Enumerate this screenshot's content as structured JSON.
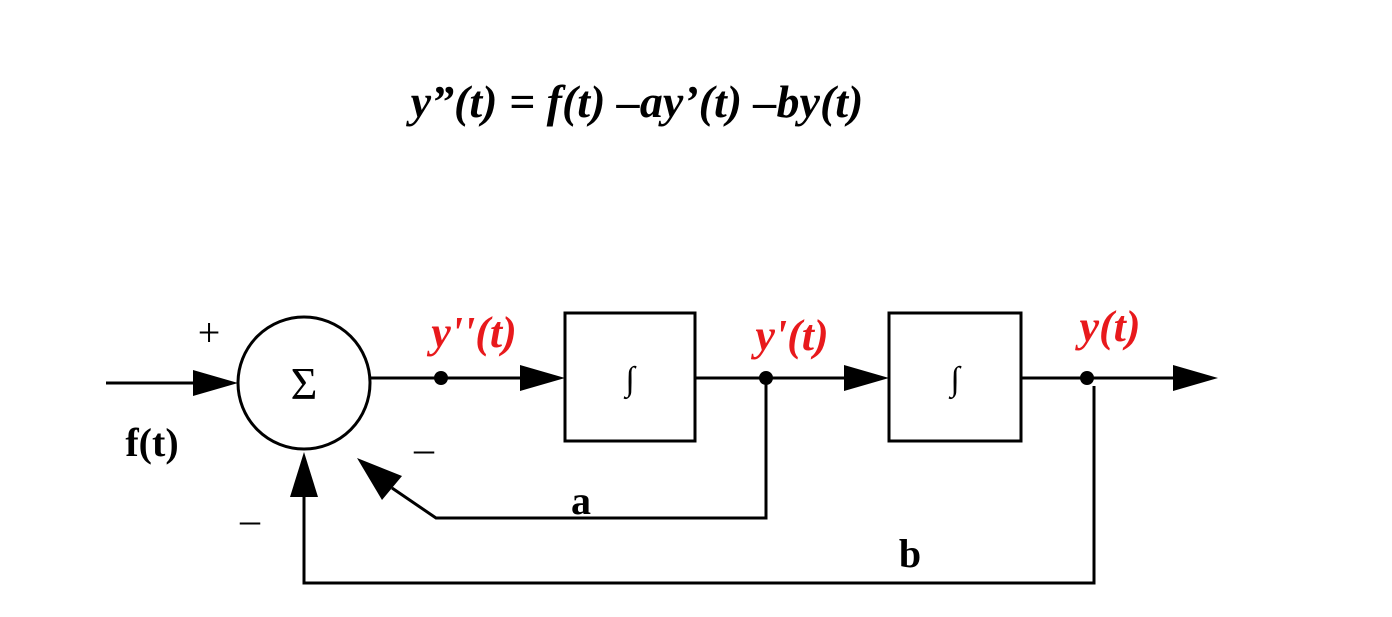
{
  "equation": "y”(t) = f(t) –ay’(t) –by(t)",
  "colors": {
    "signal": "#e8191c",
    "line": "#000000",
    "background": "#ffffff"
  },
  "summer": {
    "symbol": "Σ",
    "plus_sign": "+",
    "minus_sign_a": "–",
    "minus_sign_b": "–"
  },
  "input_label": "f(t)",
  "signals": {
    "y_double_prime": "y''(t)",
    "y_prime": "y'(t)",
    "y": "y(t)"
  },
  "integrators": [
    {
      "symbol": "∫"
    },
    {
      "symbol": "∫"
    }
  ],
  "feedback": {
    "a_label": "a",
    "b_label": "b"
  }
}
